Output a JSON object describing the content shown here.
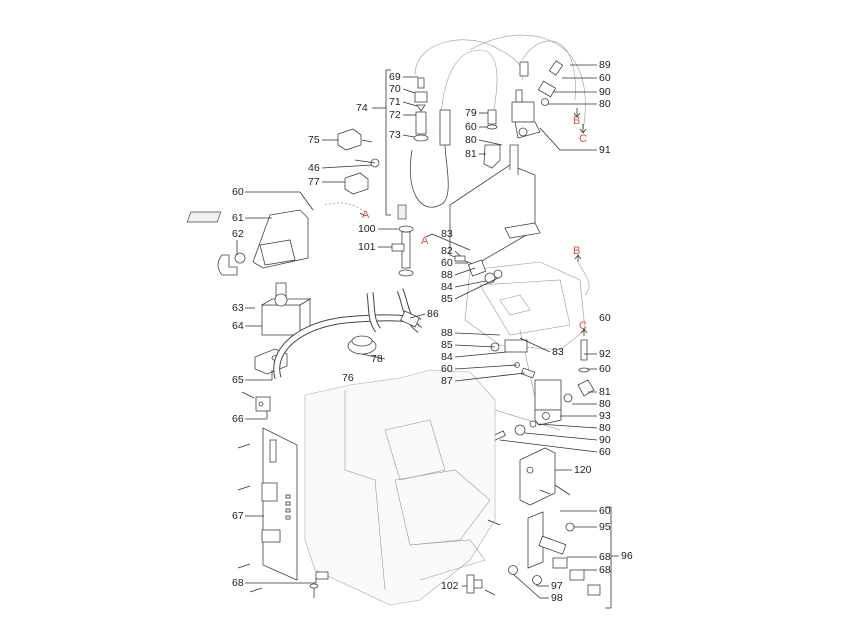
{
  "diagram": {
    "title": "Exploded parts diagram - hydraulic and electrical components",
    "callouts": {
      "c46": "46",
      "c60a": "60",
      "c61": "61",
      "c62": "62",
      "c63": "63",
      "c64": "64",
      "c65": "65",
      "c66": "66",
      "c67": "67",
      "c68a": "68",
      "c69": "69",
      "c70": "70",
      "c71": "71",
      "c72": "72",
      "c73": "73",
      "c74": "74",
      "c75": "75",
      "c76": "76",
      "c77": "77",
      "c78": "78",
      "c79": "79",
      "c60b": "60",
      "c80a": "80",
      "c81a": "81",
      "c89": "89",
      "c60c": "60",
      "c90a": "90",
      "c80b": "80",
      "c91": "91",
      "c100": "100",
      "c101": "101",
      "c83a": "83",
      "c82": "82",
      "c60d": "60",
      "c88a": "88",
      "c84a": "84",
      "c85a": "85",
      "c86": "86",
      "c60e": "60",
      "c88b": "88",
      "c85b": "85",
      "c84b": "84",
      "c60f": "60",
      "c87": "87",
      "c83b": "83",
      "c92": "92",
      "c60g": "60",
      "c81b": "81",
      "c80c": "80",
      "c93": "93",
      "c80d": "80",
      "c90b": "90",
      "c60h": "60",
      "c120": "120",
      "c60i": "60",
      "c95": "95",
      "c68b": "68",
      "c68c": "68",
      "c96": "96",
      "c97": "97",
      "c98": "98",
      "c102": "102"
    },
    "connectors": {
      "a1": "A",
      "a2": "A",
      "b1": "B",
      "b2": "B",
      "c1": "C",
      "c2": "C"
    },
    "colors": {
      "connector": "#d2553c",
      "line": "#333333"
    }
  }
}
